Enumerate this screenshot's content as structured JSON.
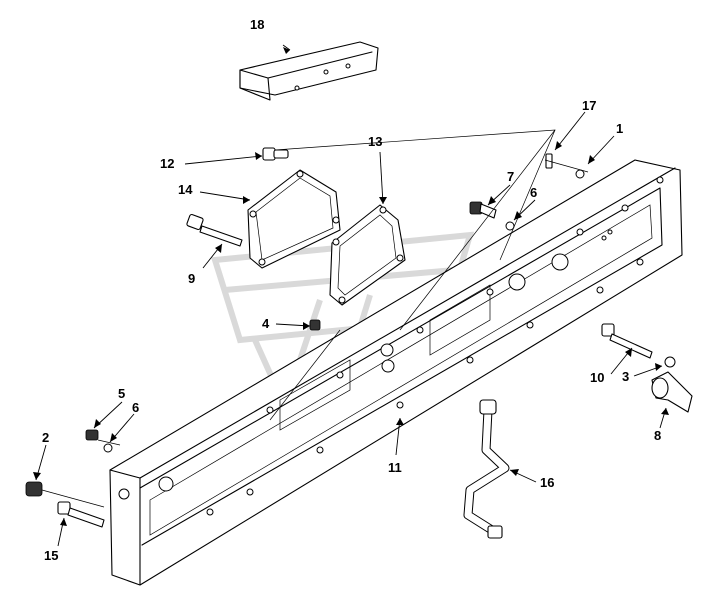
{
  "callouts": [
    {
      "id": "c1",
      "label": "1"
    },
    {
      "id": "c2",
      "label": "2"
    },
    {
      "id": "c3",
      "label": "3"
    },
    {
      "id": "c4",
      "label": "4"
    },
    {
      "id": "c5",
      "label": "5"
    },
    {
      "id": "c6a",
      "label": "6"
    },
    {
      "id": "c6b",
      "label": "6"
    },
    {
      "id": "c7",
      "label": "7"
    },
    {
      "id": "c8",
      "label": "8"
    },
    {
      "id": "c9",
      "label": "9"
    },
    {
      "id": "c10",
      "label": "10"
    },
    {
      "id": "c11",
      "label": "11"
    },
    {
      "id": "c12",
      "label": "12"
    },
    {
      "id": "c13",
      "label": "13"
    },
    {
      "id": "c14",
      "label": "14"
    },
    {
      "id": "c15",
      "label": "15"
    },
    {
      "id": "c16",
      "label": "16"
    },
    {
      "id": "c17",
      "label": "17"
    },
    {
      "id": "c18",
      "label": "18"
    }
  ]
}
